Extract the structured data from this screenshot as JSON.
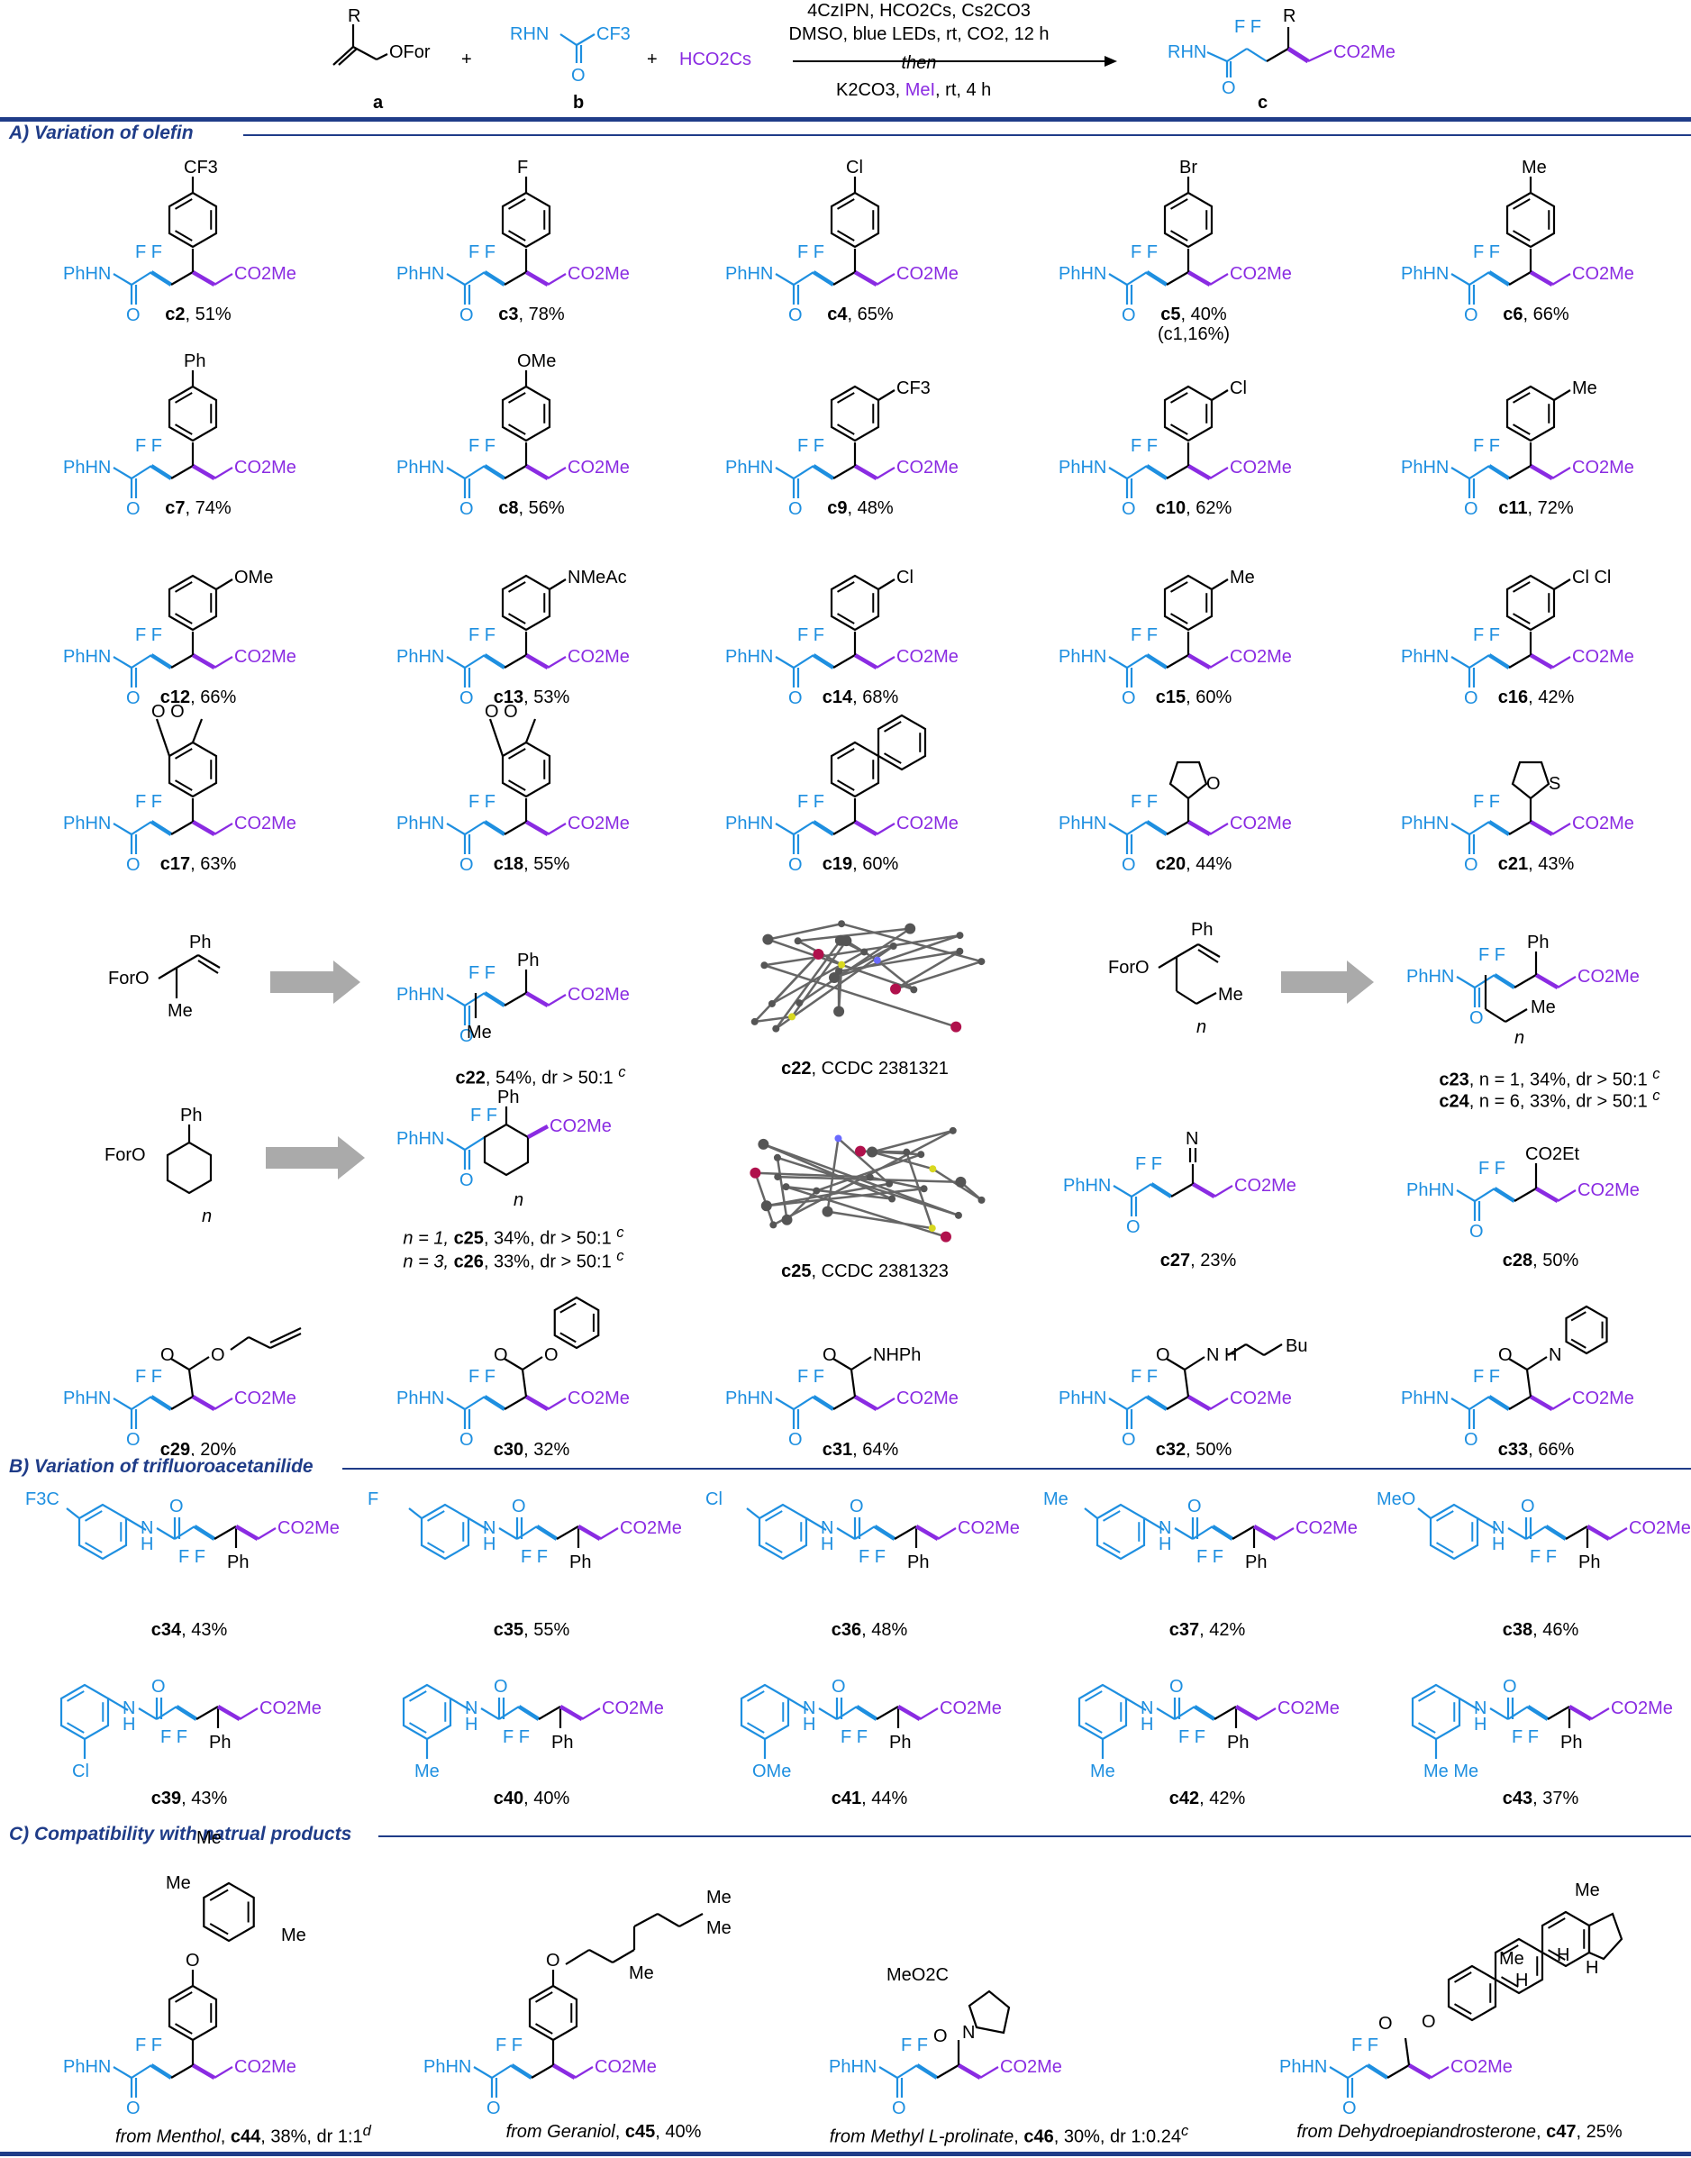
{
  "header": {
    "reagent_a_label": "a",
    "reagent_a_group": "OFor",
    "reagent_a_r": "R",
    "plus": "+",
    "reagent_b_label": "b",
    "reagent_b_nh": "RHN",
    "reagent_b_cf3": "CF3",
    "reagent_b_o": "O",
    "formate": "HCO2Cs",
    "cond_line1": "4CzIPN, HCO2Cs, Cs2CO3",
    "cond_line2": "DMSO, blue LEDs, rt, CO2, 12 h",
    "cond_then": "then",
    "cond_line3_pre": "K2CO3, ",
    "cond_line3_mei": "MeI",
    "cond_line3_post": ", rt, 4 h",
    "product_label": "c",
    "product_r": "R",
    "product_nh": "RHN",
    "product_ff": "F F",
    "product_ester": "CO2Me",
    "product_o": "O"
  },
  "sections": {
    "a": "A) Variation of olefin",
    "b": "B) Variation of trifluoroacetanilide",
    "c": "C) Compatibility with natrual products"
  },
  "common": {
    "phhn": "PhHN",
    "ff": "F F",
    "ester": "CO2Me",
    "o": "O"
  },
  "sectionA": [
    {
      "id": "c2",
      "yield": "51%",
      "sub": "CF3"
    },
    {
      "id": "c3",
      "yield": "78%",
      "sub": "F"
    },
    {
      "id": "c4",
      "yield": "65%",
      "sub": "Cl"
    },
    {
      "id": "c5",
      "yield": "40%",
      "sub": "Br",
      "note": "(c1,16%)"
    },
    {
      "id": "c6",
      "yield": "66%",
      "sub": "Me"
    },
    {
      "id": "c7",
      "yield": "74%",
      "sub": "Ph"
    },
    {
      "id": "c8",
      "yield": "56%",
      "sub": "OMe"
    },
    {
      "id": "c9",
      "yield": "48%",
      "sub": "CF3"
    },
    {
      "id": "c10",
      "yield": "62%",
      "sub": "Cl"
    },
    {
      "id": "c11",
      "yield": "72%",
      "sub": "Me"
    },
    {
      "id": "c12",
      "yield": "66%",
      "sub": "OMe"
    },
    {
      "id": "c13",
      "yield": "53%",
      "sub": "NMeAc"
    },
    {
      "id": "c14",
      "yield": "68%",
      "sub": "Cl"
    },
    {
      "id": "c15",
      "yield": "60%",
      "sub": "Me"
    },
    {
      "id": "c16",
      "yield": "42%",
      "sub": "Cl Cl"
    },
    {
      "id": "c17",
      "yield": "63%",
      "sub": "O O"
    },
    {
      "id": "c18",
      "yield": "55%",
      "sub": "O O"
    },
    {
      "id": "c19",
      "yield": "60%",
      "sub": ""
    },
    {
      "id": "c20",
      "yield": "44%",
      "sub": "O"
    },
    {
      "id": "c21",
      "yield": "43%",
      "sub": "S"
    }
  ],
  "row5": {
    "sm1_for": "ForO",
    "sm1_me": "Me",
    "sm1_ph": "Ph",
    "c22_label": "c22",
    "c22_rest": ", 54%, dr > 50:1 ",
    "c22_me": "Me",
    "c22_ph": "Ph",
    "c22_xray": "c22",
    "c22_ccdc": ", CCDC 2381321",
    "sm2_for": "ForO",
    "sm2_ph": "Ph",
    "sm2_me": "Me",
    "sm2_n": "n",
    "c23_ph": "Ph",
    "c23_me": "Me",
    "c23_n": "n",
    "c23_label": "c23",
    "c23_rest": ", n = 1, 34%, dr > 50:1 ",
    "c24_label": "c24",
    "c24_rest": ", n = 6, 33%, dr > 50:1 ",
    "sup_c": "c"
  },
  "row6": {
    "sm_for": "ForO",
    "sm_ph": "Ph",
    "sm_n": "n",
    "prod_ph": "Ph",
    "prod_n": "n",
    "c25_pre": "n = 1, ",
    "c25_label": "c25",
    "c25_rest": ", 34%, dr > 50:1 ",
    "c26_pre": "n = 3, ",
    "c26_label": "c26",
    "c26_rest": ", 33%, dr > 50:1 ",
    "xray_label": "c25",
    "xray_ccdc": ", CCDC 2381323",
    "c27_label": "c27",
    "c27_yield": ", 23%",
    "c27_n": "N",
    "c28_label": "c28",
    "c28_yield": ", 50%",
    "c28_sub": "CO2Et"
  },
  "row7": [
    {
      "id": "c29",
      "yield": "20%",
      "sub": "O"
    },
    {
      "id": "c30",
      "yield": "32%",
      "sub": "O"
    },
    {
      "id": "c31",
      "yield": "64%",
      "sub": "NHPh"
    },
    {
      "id": "c32",
      "yield": "50%",
      "sub": "N H"
    },
    {
      "id": "c33",
      "yield": "66%",
      "sub": "N"
    }
  ],
  "row7_extra": {
    "c32_bu": "Bu",
    "c31_o": "O"
  },
  "sectionB_row1": [
    {
      "id": "c34",
      "yield": "43%",
      "aryl": "F3C"
    },
    {
      "id": "c35",
      "yield": "55%",
      "aryl": "F"
    },
    {
      "id": "c36",
      "yield": "48%",
      "aryl": "Cl"
    },
    {
      "id": "c37",
      "yield": "42%",
      "aryl": "Me"
    },
    {
      "id": "c38",
      "yield": "46%",
      "aryl": "MeO"
    }
  ],
  "sectionB_row2": [
    {
      "id": "c39",
      "yield": "43%",
      "aryl": "Cl"
    },
    {
      "id": "c40",
      "yield": "40%",
      "aryl": "Me"
    },
    {
      "id": "c41",
      "yield": "44%",
      "aryl": "OMe"
    },
    {
      "id": "c42",
      "yield": "42%",
      "aryl": "Me"
    },
    {
      "id": "c43",
      "yield": "37%",
      "aryl": "Me Me"
    }
  ],
  "sectionB_common": {
    "h": "H",
    "n": "N",
    "ph": "Ph"
  },
  "sectionC": [
    {
      "id": "c44",
      "from": "from Menthol",
      "rest": ", 38%, dr 1:1",
      "sup": "d"
    },
    {
      "id": "c45",
      "from": "from Geraniol",
      "rest": ", 40%",
      "sup": ""
    },
    {
      "id": "c46",
      "from": "from Methyl L-prolinate",
      "rest": ", 30%, dr 1:0.24",
      "sup": "c"
    },
    {
      "id": "c47",
      "from": "from Dehydroepiandrosterone",
      "rest": ", 25%",
      "sup": ""
    }
  ],
  "sectionC_extra": {
    "menthol_me1": "Me",
    "menthol_me2": "Me",
    "menthol_me3": "Me",
    "menthol_o": "O",
    "geraniol_me1": "Me",
    "geraniol_me2": "Me",
    "geraniol_me3": "Me",
    "geraniol_o": "O",
    "prolinate_ester": "MeO2C",
    "prolinate_n": "N",
    "dhea_me1": "Me",
    "dhea_me2": "Me",
    "dhea_o": "O",
    "dhea_h1": "H",
    "dhea_h2": "H",
    "dhea_h3": "H"
  }
}
